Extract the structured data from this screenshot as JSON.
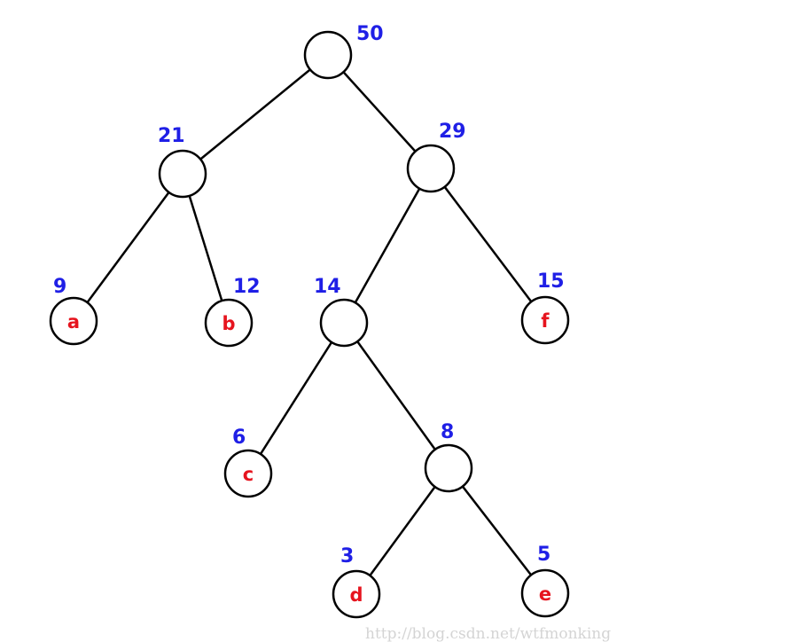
{
  "colors": {
    "weight": "#1f1fe6",
    "leaf": "#e6141e",
    "edge": "#000000"
  },
  "tree": {
    "nodes": [
      {
        "id": "root",
        "weight": "50",
        "leaf": ""
      },
      {
        "id": "n21",
        "weight": "21",
        "leaf": ""
      },
      {
        "id": "n29",
        "weight": "29",
        "leaf": ""
      },
      {
        "id": "a",
        "weight": "9",
        "leaf": "a"
      },
      {
        "id": "b",
        "weight": "12",
        "leaf": "b"
      },
      {
        "id": "n14",
        "weight": "14",
        "leaf": ""
      },
      {
        "id": "f",
        "weight": "15",
        "leaf": "f"
      },
      {
        "id": "c",
        "weight": "6",
        "leaf": "c"
      },
      {
        "id": "n8",
        "weight": "8",
        "leaf": ""
      },
      {
        "id": "d",
        "weight": "3",
        "leaf": "d"
      },
      {
        "id": "e",
        "weight": "5",
        "leaf": "e"
      }
    ],
    "edges": [
      [
        "root",
        "n21"
      ],
      [
        "root",
        "n29"
      ],
      [
        "n21",
        "a"
      ],
      [
        "n21",
        "b"
      ],
      [
        "n29",
        "n14"
      ],
      [
        "n29",
        "f"
      ],
      [
        "n14",
        "c"
      ],
      [
        "n14",
        "n8"
      ],
      [
        "n8",
        "d"
      ],
      [
        "n8",
        "e"
      ]
    ]
  },
  "watermark": "http://blog.csdn.net/wtfmonking"
}
